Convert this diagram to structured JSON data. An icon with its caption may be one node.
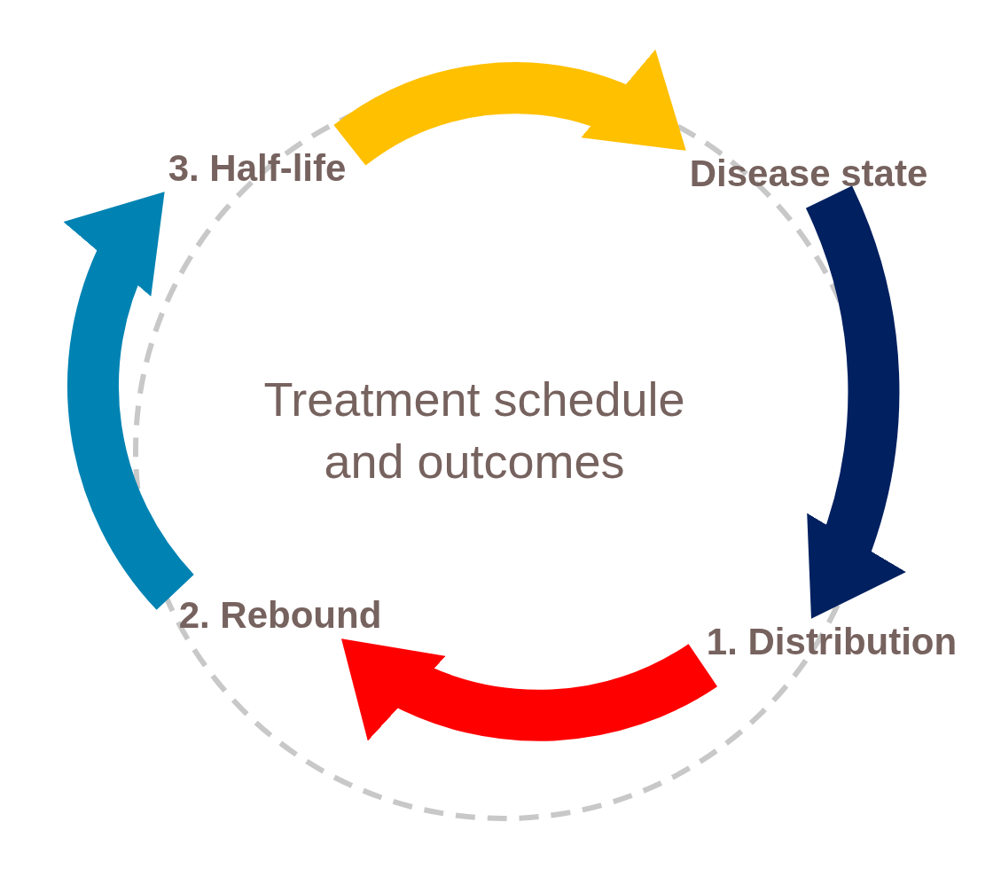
{
  "diagram": {
    "nodes": [
      {
        "text": [
          "Disease state"
        ]
      },
      {
        "text": [
          "1. Distribution"
        ]
      },
      {
        "text": [
          "2. Rebound"
        ]
      },
      {
        "text": [
          "3. Half-life"
        ]
      }
    ],
    "edges": [
      {
        "from": 3,
        "to": 0,
        "arrow": "to",
        "color": "#ffc000"
      },
      {
        "from": 0,
        "to": 1,
        "arrow": "to",
        "color": "#002060"
      },
      {
        "from": 1,
        "to": 2,
        "arrow": "to",
        "color": "#ff0000"
      },
      {
        "from": 2,
        "to": 3,
        "arrow": "to",
        "color": "#0083b3"
      }
    ],
    "labels": [
      "Treatment schedule and outcomes"
    ]
  }
}
